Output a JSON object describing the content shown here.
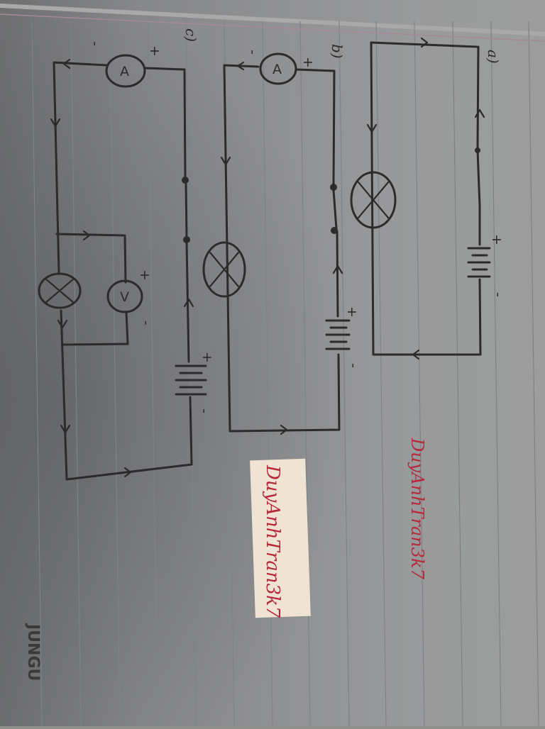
{
  "labels": {
    "a": "a)",
    "b": "b)",
    "c": "c)"
  },
  "symbols": {
    "ammeter": "A",
    "voltmeter": "V",
    "plus": "+",
    "minus": "-"
  },
  "watermarks": {
    "upper": "DuyAnhTran3k7",
    "sticker": "DuyAnhTran3k7"
  },
  "footer_brand": "JUNGU",
  "colors": {
    "paper": "#8f8f8d",
    "ink": "#2b2b2b",
    "watermark_red": "#b42a3a",
    "sticker_bg": "#f1e3d4",
    "rule_line": "#7f8286",
    "margin_line": "#a58a96"
  }
}
